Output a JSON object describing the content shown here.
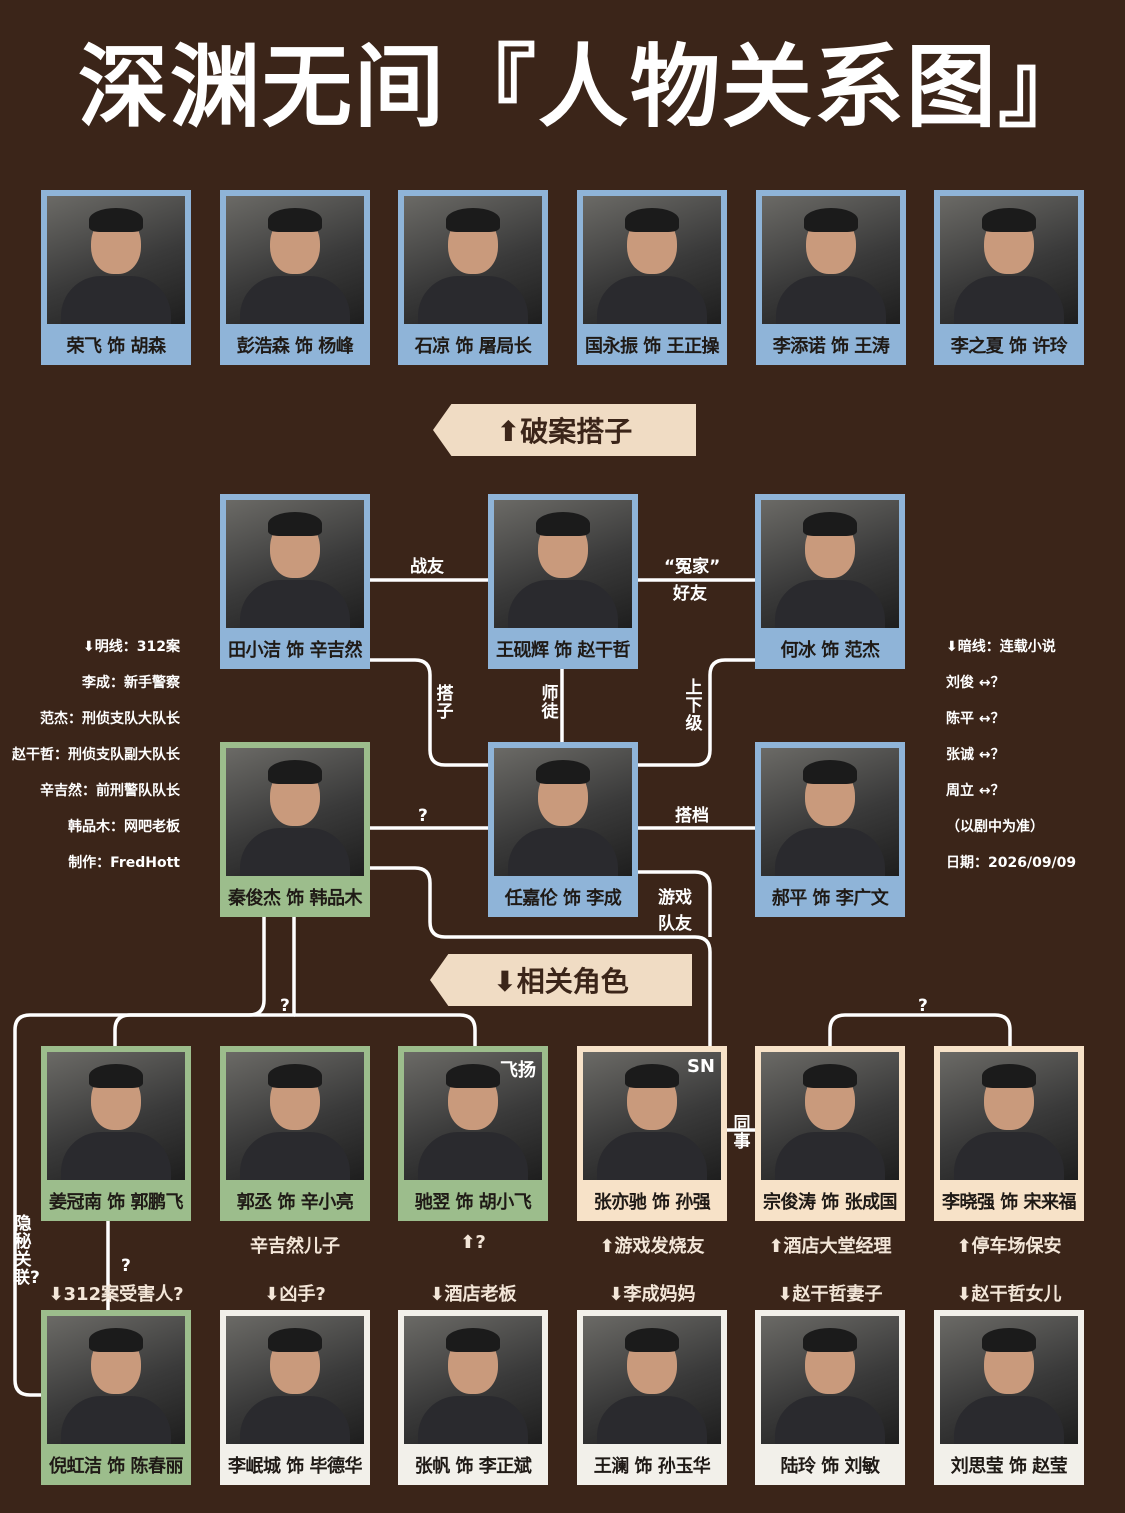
{
  "title": "深渊无间『人物关系图』",
  "colors": {
    "background": "#3b2519",
    "frame_blue": "#8fb4d8",
    "frame_green": "#9cbd8c",
    "frame_cream": "#f7e2c8",
    "frame_white": "#f2f0ea",
    "pill": "#f0dcc4"
  },
  "sections": {
    "partners": "⬆破案搭子",
    "related": "⬇相关角色"
  },
  "top_row": [
    {
      "caption": "荣飞 饰 胡森"
    },
    {
      "caption": "彭浩森 饰 杨峰"
    },
    {
      "caption": "石凉 饰 屠局长"
    },
    {
      "caption": "国永振 饰 王正操"
    },
    {
      "caption": "李添诺 饰 王涛"
    },
    {
      "caption": "李之夏 饰 许玲"
    }
  ],
  "core": {
    "tian": {
      "caption": "田小洁 饰 辛吉然"
    },
    "wang": {
      "caption": "王砚辉 饰 赵干哲"
    },
    "he": {
      "caption": "何冰 饰 范杰"
    },
    "qin": {
      "caption": "秦俊杰 饰 韩品木"
    },
    "ren": {
      "caption": "任嘉伦 饰 李成"
    },
    "hao": {
      "caption": "郝平 饰 李广文"
    }
  },
  "relations": {
    "zhanyou": "战友",
    "yuanjia_1": "“冤家”",
    "yuanjia_2": "好友",
    "dazi": "搭子",
    "shitu": "师徒",
    "shangxiaji": "上下级",
    "question": "?",
    "dadang": "搭档",
    "youxi_1": "游戏",
    "youxi_2": "队友",
    "tongshi": "同事",
    "q_left": "?",
    "q_right": "?",
    "q_jiang": "?",
    "yinmi": "隐秘关联?"
  },
  "left_notes": [
    "⬇明线：312案",
    "李成：新手警察",
    "范杰：刑侦支队大队长",
    "赵干哲：刑侦支队副大队长",
    "辛吉然：前刑警队队长",
    "韩品木：网吧老板",
    "制作：FredHott"
  ],
  "right_notes": [
    "⬇暗线：连载小说",
    "刘俊 ↔？",
    "陈平 ↔？",
    "张诚 ↔？",
    "周立 ↔？",
    "（以剧中为准）",
    "日期：2026/09/09"
  ],
  "middle_row": [
    {
      "caption": "姜冠南 饰 郭鹏飞",
      "sub": ""
    },
    {
      "caption": "郭丞 饰 辛小亮",
      "sub": "辛吉然儿子"
    },
    {
      "caption": "驰翌 饰 胡小飞",
      "sub": "⬆?",
      "tag": "飞扬"
    },
    {
      "caption": "张亦驰 饰 孙强",
      "sub": "⬆游戏发烧友",
      "tag": "SN"
    },
    {
      "caption": "宗俊涛 饰 张成国",
      "sub": "⬆酒店大堂经理"
    },
    {
      "caption": "李晓强 饰 宋来福",
      "sub": "⬆停车场保安"
    }
  ],
  "bottom_row": [
    {
      "caption": "倪虹洁 饰 陈春丽",
      "label": "⬇312案受害人?"
    },
    {
      "caption": "李岷城 饰 毕德华",
      "label": "⬇凶手?"
    },
    {
      "caption": "张帆 饰 李正斌",
      "label": "⬇酒店老板"
    },
    {
      "caption": "王澜 饰 孙玉华",
      "label": "⬇李成妈妈"
    },
    {
      "caption": "陆玲 饰 刘敏",
      "label": "⬇赵干哲妻子"
    },
    {
      "caption": "刘思莹 饰 赵莹",
      "label": "⬇赵干哲女儿"
    }
  ]
}
